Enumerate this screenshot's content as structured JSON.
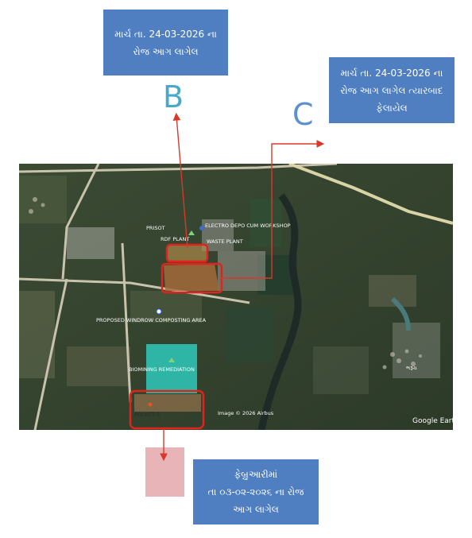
{
  "callouts": {
    "top": {
      "line1": "માર્ચ તા. 24-03-2026 ના",
      "line2": "રોજ આગ લાગેલ"
    },
    "right": {
      "line1": "માર્ચ તા. 24-03-2026 ના",
      "line2": "રોજ આગ લાગેલ ત્યારબાદ",
      "line3": "ફેલાયેલ"
    },
    "bottom": {
      "line1": "ફેબ્રુઆરીમાં",
      "line2": "તા ૦૩-૦૨-૨૦૨૬ ના રોજ",
      "line3": "આગ લાગેલ"
    }
  },
  "letters": {
    "b": "B",
    "c": "C"
  },
  "map": {
    "labels": {
      "prisot": "PRISOT",
      "depot": "ELECTRO DEPO CUM WORKSHOP",
      "rdf": "RDF PLANT",
      "plant": "WASTE PLANT",
      "windrow": "PROPOSED WINDROW COMPOSTING AREA",
      "biomining": "BIOMINING REMEDIATION",
      "pocket": "POCKET 5",
      "village": "ભરૂચ",
      "copyright": "Image © 2026 Airbus",
      "watermark": "Google Earth"
    },
    "colors": {
      "fire_outline": "#e0241b",
      "biomining_fill": "#2fb5a5",
      "arrow": "#d8382c"
    }
  }
}
